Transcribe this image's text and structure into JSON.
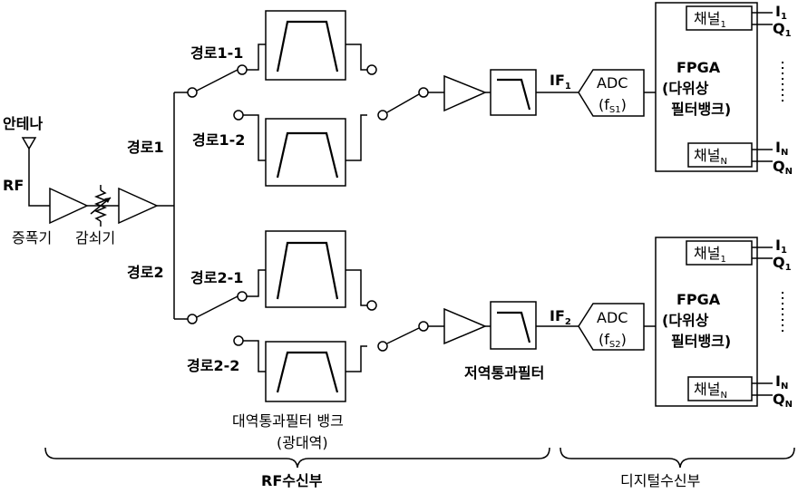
{
  "labels": {
    "antenna": "안테나",
    "rf": "RF",
    "amplifier": "증폭기",
    "attenuator": "감쇠기",
    "path1": "경로1",
    "path2": "경로2",
    "path1_1": "경로1-1",
    "path1_2": "경로1-2",
    "path2_1": "경로2-1",
    "path2_2": "경로2-2",
    "lpf": "저역통과필터",
    "bpf_bank_line1": "대역통과필터 뱅크",
    "bpf_bank_line2": "(광대역)",
    "rf_receiver": "RF수신부",
    "digital_receiver": "디지털수신부"
  },
  "if_labels": [
    {
      "text": "IF",
      "sub": "1"
    },
    {
      "text": "IF",
      "sub": "2"
    }
  ],
  "adc": [
    {
      "title": "ADC",
      "fs": "(f",
      "fs_sub": "S1",
      "fs_close": ")"
    },
    {
      "title": "ADC",
      "fs": "(f",
      "fs_sub": "S2",
      "fs_close": ")"
    }
  ],
  "fpga": [
    {
      "line1": "FPGA",
      "line2": "(다위상",
      "line3": "필터뱅크)",
      "channel_first": "채널",
      "channel_first_sub": "1",
      "channel_last": "채널",
      "channel_last_sub": "N",
      "out": [
        {
          "t": "I",
          "s": "1"
        },
        {
          "t": "Q",
          "s": "1"
        },
        {
          "t": "I",
          "s": "N"
        },
        {
          "t": "Q",
          "s": "N"
        }
      ]
    },
    {
      "line1": "FPGA",
      "line2": "(다위상",
      "line3": "필터뱅크)",
      "channel_first": "채널",
      "channel_first_sub": "1",
      "channel_last": "채널",
      "channel_last_sub": "N",
      "out": [
        {
          "t": "I",
          "s": "1"
        },
        {
          "t": "Q",
          "s": "1"
        },
        {
          "t": "I",
          "s": "N"
        },
        {
          "t": "Q",
          "s": "N"
        }
      ]
    }
  ]
}
